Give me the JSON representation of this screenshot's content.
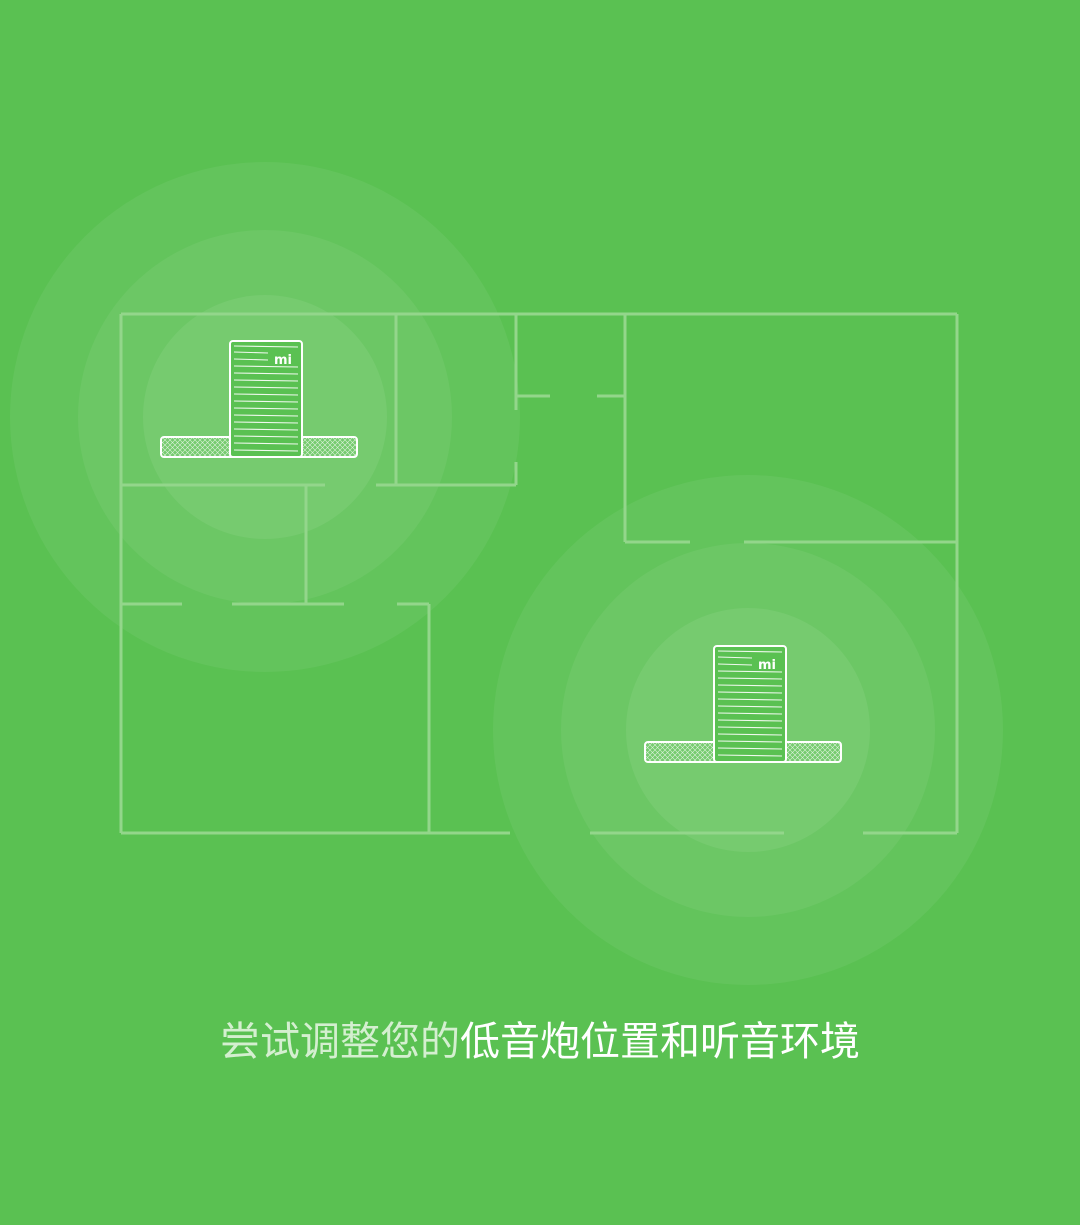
{
  "caption": {
    "dim_text": "尝试调整您的",
    "bright_text": "低音炮位置和听音环境"
  },
  "speaker": {
    "logo_text": "mi"
  },
  "colors": {
    "background": "#5ac152",
    "ripple": "#ffffff",
    "floorplan_walls": "#93d68b",
    "speaker_outline": "#ffffff",
    "caption_dim": "#d4efd0",
    "caption_bright": "#ffffff"
  },
  "icons": {
    "speaker": "subwoofer-speaker-icon",
    "floorplan": "floor-plan-illustration"
  }
}
